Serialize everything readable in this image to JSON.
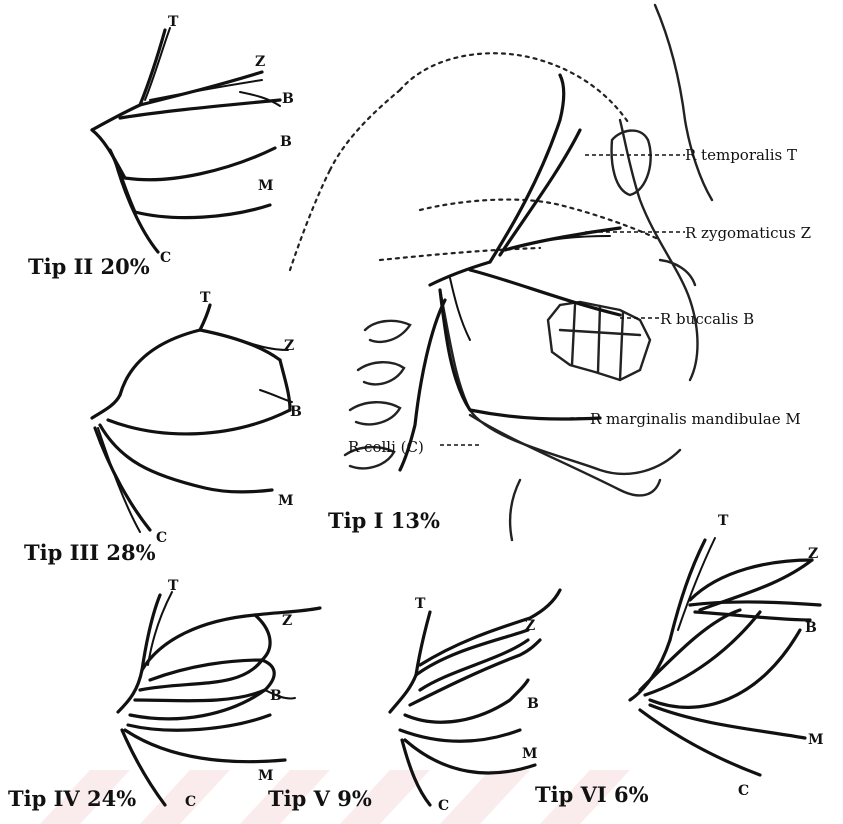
{
  "branch_letters": {
    "t": "T",
    "z": "Z",
    "b": "B",
    "m": "M",
    "c": "C"
  },
  "types": [
    {
      "id": "tip1",
      "label": "Tip I 13%"
    },
    {
      "id": "tip2",
      "label": "Tip II 20%"
    },
    {
      "id": "tip3",
      "label": "Tip III 28%"
    },
    {
      "id": "tip4",
      "label": "Tip IV 24%"
    },
    {
      "id": "tip5",
      "label": "Tip V 9%"
    },
    {
      "id": "tip6",
      "label": "Tip VI 6%"
    }
  ],
  "annotations": {
    "temporalis": "R temporalis T",
    "zygomaticus": "R zygomaticus Z",
    "buccalis": "R buccalis B",
    "marginalis": "R marginalis mandibulae M",
    "colli": "R colli (C)"
  },
  "colors": {
    "ink": "#111111",
    "watermark": "#f6dcdc"
  }
}
